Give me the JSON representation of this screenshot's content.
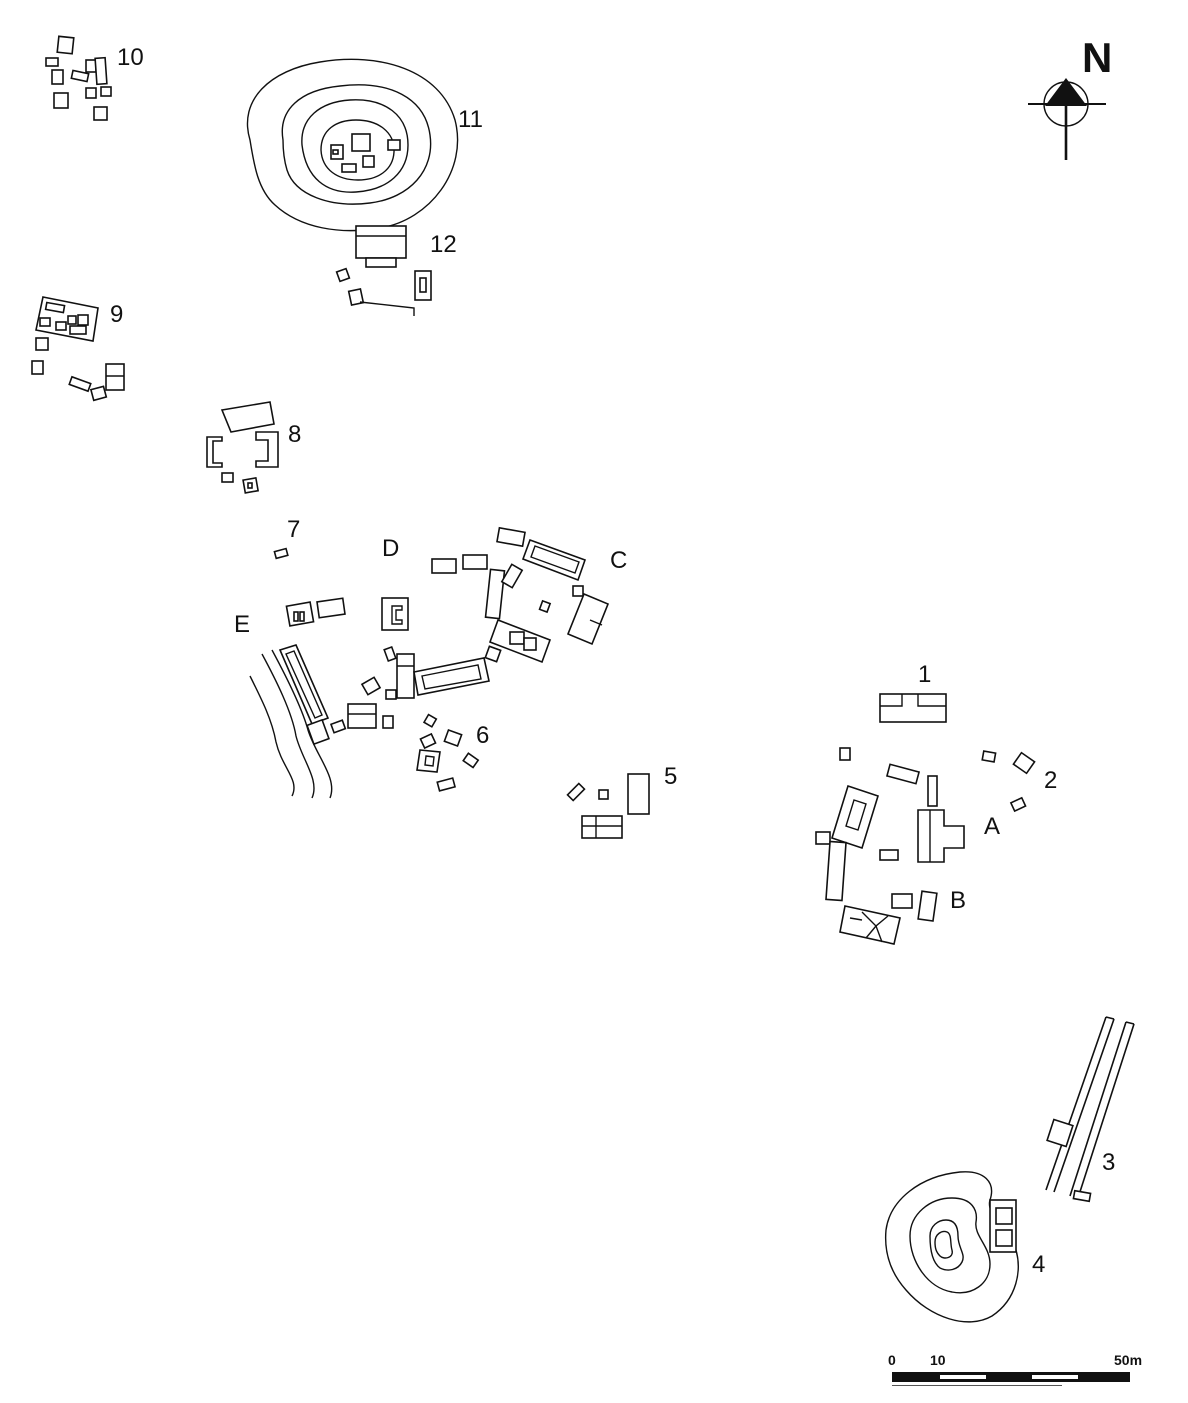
{
  "map": {
    "north_label": "N",
    "site_labels": {
      "s1": "1",
      "s2": "2",
      "s3": "3",
      "s4": "4",
      "s5": "5",
      "s6": "6",
      "s7": "7",
      "s8": "8",
      "s9": "9",
      "s10": "10",
      "s11": "11",
      "s12": "12",
      "a": "A",
      "b": "B",
      "c": "C",
      "d": "D",
      "e": "E"
    },
    "scale": {
      "zero": "0",
      "ten": "10",
      "fifty": "50m"
    }
  }
}
